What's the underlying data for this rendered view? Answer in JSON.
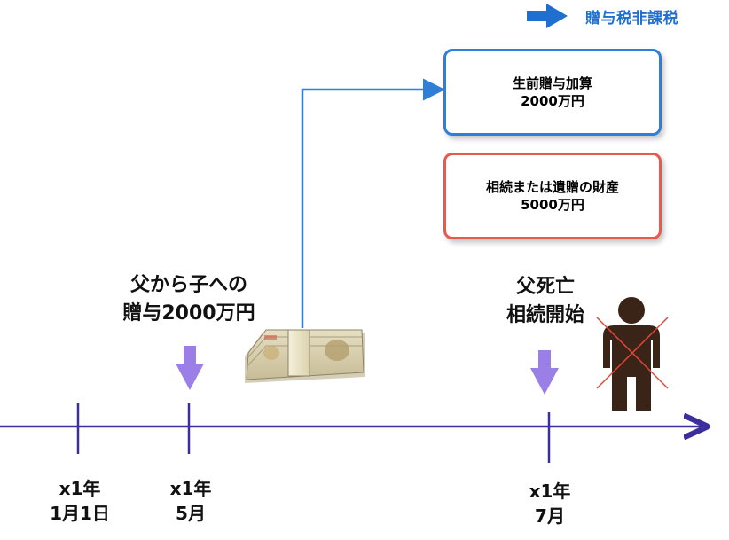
{
  "legend": {
    "label": "贈与税非課税"
  },
  "boxes": {
    "gift_addition": {
      "line1": "生前贈与加算",
      "line2": "2000万円"
    },
    "inheritance": {
      "line1": "相続または遺贈の財産",
      "line2": "5000万円"
    }
  },
  "events": {
    "gift": {
      "line1": "父から子への",
      "line2": "贈与2000万円"
    },
    "death": {
      "line1": "父死亡",
      "line2": "相続開始"
    }
  },
  "timeline": {
    "dates": [
      {
        "line1": "x1年",
        "line2": "1月1日"
      },
      {
        "line1": "x1年",
        "line2": "5月"
      },
      {
        "line1": "x1年",
        "line2": "7月"
      }
    ]
  },
  "colors": {
    "timeline": "#3d2e9e",
    "event_arrow": "#9b7fe6",
    "blue": "#2f7fd8",
    "red": "#e85a4c"
  }
}
